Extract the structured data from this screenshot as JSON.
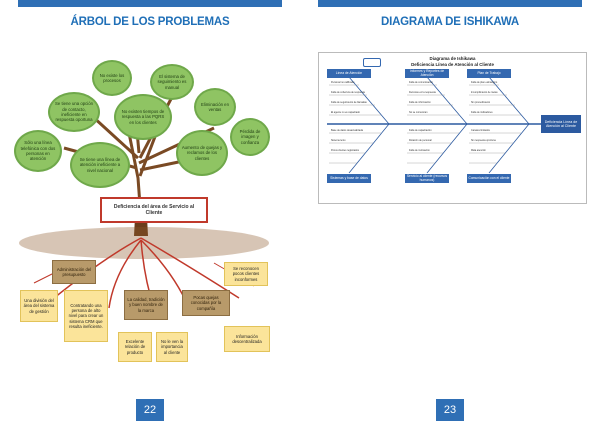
{
  "left_page": {
    "title": "ÁRBOL DE LOS PROBLEMAS",
    "page_number": "22",
    "problem": "Deficiencia del área de Servicio al Cliente",
    "effects": [
      "No existe los procesos",
      "El sistema de seguimiento es manual",
      "Se tiene una opción de contacto, ineficiente en respuesta oportuna",
      "No existen tiempos de respuesta a las PQRS en los clientes",
      "Eliminación en ventas",
      "Sólo una línea telefónica con dos personas en atención",
      "Se tiene una línea de atención ineficiente a nivel nacional",
      "Aumento de quejas y reclamos de los clientes",
      "Pérdida de imagen y confianza"
    ],
    "causes": {
      "admin": "Administración del presupuesto",
      "admin_sub": [
        "Una división del área del sistema de gestión",
        "Contratando una persona de alto nivel para crear un sistema CRM que resulta ineficiente."
      ],
      "culture": "La calidad, tradición y buen nombre de la marca",
      "culture_sub": [
        "Excelente relación de producto",
        "No le ven la importancia al cliente"
      ],
      "few_clients": "Pocas quejas conocidas por la compañía",
      "few_clients_top": "Se reconocen pocos clientes inconformes",
      "few_clients_sub": "Información descentralizada"
    }
  },
  "right_page": {
    "title": "DIAGRAMA DE ISHIKAWA",
    "page_number": "23",
    "diagram_title": "Diagrama de Ishikawa",
    "diagram_subtitle": "Deficiencia Línea de Atención al Cliente",
    "head": "Deficiencia Línea de Atención al Cliente",
    "categories": [
      "Línea de Atención",
      "Informes y Reportes de Atención",
      "Plan de Trabajo",
      "Sistemas y base de datos",
      "Servicio al cliente (recursos humanos)",
      "Comunicación con el cliente"
    ],
    "causes": [
      "Personal no calificado",
      "Falta de cobertura de respuesta",
      "Falta de seguimiento de llamadas",
      "El agente no es capacitado",
      "Falta de comunicación",
      "Demoras en la respuesta",
      "Falta de información",
      "No se comunican",
      "Falta de plan estratégico",
      "Incumplimiento de metas",
      "Sin procedimiento",
      "Falta de indicadores",
      "Base de datos desactualizada",
      "Sistema lento",
      "Pocos clientes registrados",
      "Falta de capacitación",
      "Rotación de personal",
      "Falta de motivación",
      "Canales limitados",
      "Sin respuesta oportuna",
      "Mala atención"
    ]
  }
}
